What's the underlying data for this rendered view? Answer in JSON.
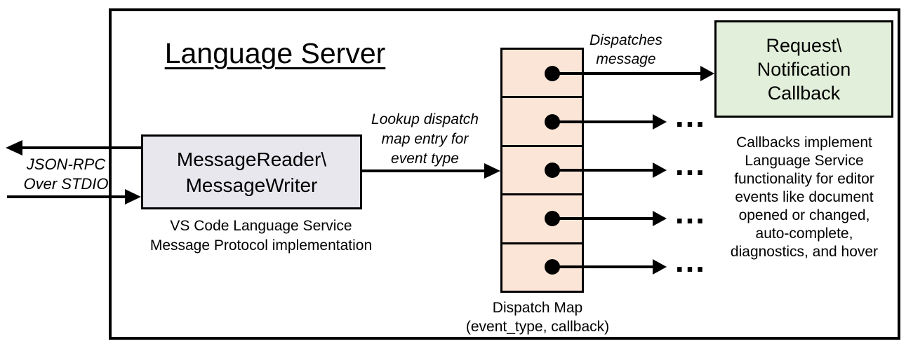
{
  "title": "Language Server",
  "left_channel": {
    "label": "JSON-RPC\nOver STDIO"
  },
  "message_box": {
    "label": "MessageReader\\\nMessageWriter",
    "caption": "VS Code Language Service\nMessage Protocol implementation"
  },
  "lookup_label": "Lookup dispatch\nmap entry for\nevent type",
  "dispatch_label": "Dispatches\nmessage",
  "dispatch_map": {
    "caption": "Dispatch Map\n(event_type, callback)",
    "row_count": 5,
    "ellipsis": "…"
  },
  "callback_box": {
    "label": "Request\\\nNotification\nCallback"
  },
  "callback_note": "Callbacks implement\nLanguage Service\nfunctionality for editor\nevents like document\nopened or changed,\nauto-complete,\ndiagnostics, and hover",
  "colors": {
    "message_box_fill": "#e8e7ee",
    "dispatch_map_fill": "#fbe5d6",
    "callback_box_fill": "#e2efda",
    "line": "#000000",
    "bg": "#ffffff"
  }
}
